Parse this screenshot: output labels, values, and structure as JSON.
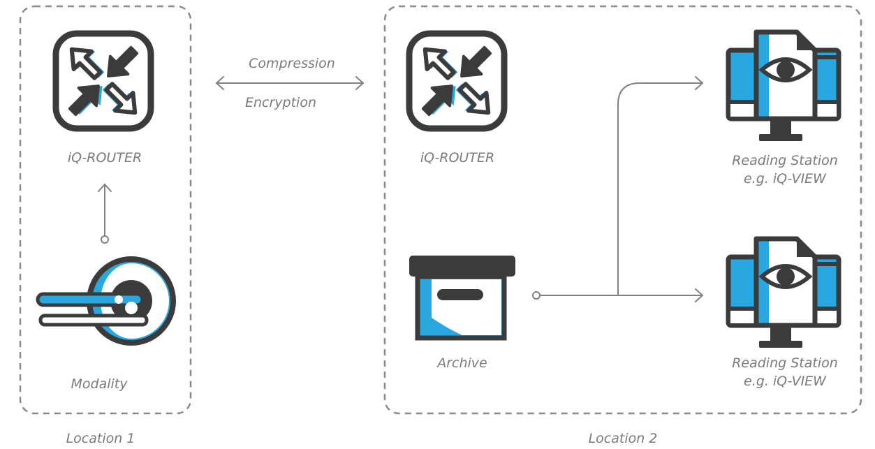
{
  "locations": [
    {
      "label": "Location 1"
    },
    {
      "label": "Location 2"
    }
  ],
  "link": {
    "line1": "Compression",
    "line2": "Encryption"
  },
  "nodes": {
    "router_1": {
      "label": "iQ-ROUTER",
      "icon": "router-icon"
    },
    "router_2": {
      "label": "iQ-ROUTER",
      "icon": "router-icon"
    },
    "modality": {
      "label": "Modality",
      "icon": "modality-scanner-icon"
    },
    "archive": {
      "label": "Archive",
      "icon": "archive-box-icon"
    },
    "station_1": {
      "label_line1": "Reading Station",
      "label_line2": "e.g. iQ-VIEW",
      "icon": "monitor-eye-icon"
    },
    "station_2": {
      "label_line1": "Reading Station",
      "label_line2": "e.g. iQ-VIEW",
      "icon": "monitor-eye-icon"
    }
  },
  "colors": {
    "accent": "#29a8e0",
    "dark": "#3b3b3b",
    "line": "#808080",
    "text": "#7a7a7a"
  }
}
